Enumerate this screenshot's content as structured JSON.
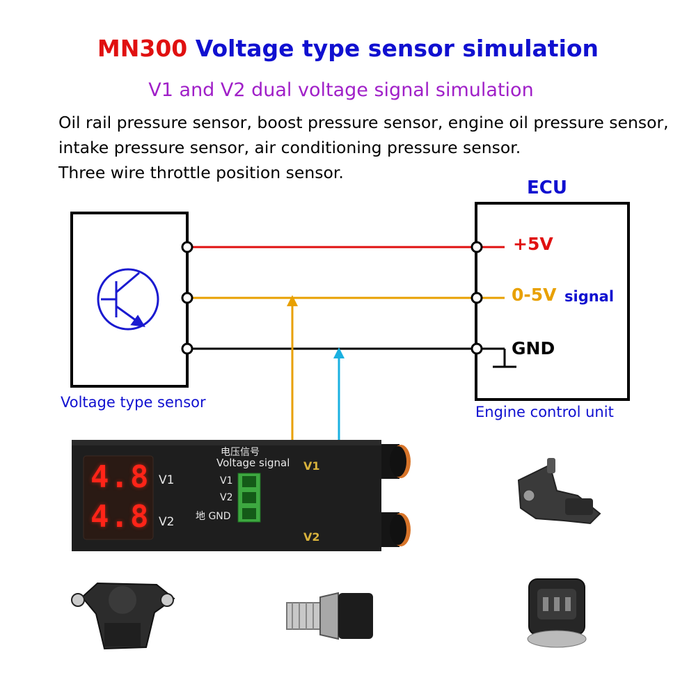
{
  "title": {
    "brand": "MN300",
    "rest": "Voltage type sensor simulation",
    "brand_color": "#e01010",
    "rest_color": "#1010d0"
  },
  "subtitle": {
    "text": "V1 and V2 dual voltage signal simulation",
    "color": "#a020c8"
  },
  "description": [
    "Oil rail pressure sensor, boost pressure sensor, engine oil pressure sensor,",
    "intake pressure sensor, air conditioning pressure sensor.",
    "Three wire throttle position sensor."
  ],
  "ecu": {
    "heading": "ECU",
    "pins": {
      "v5": "+5V",
      "signal_value": "0-5V",
      "signal_word": "signal",
      "gnd": "GND"
    },
    "caption": "Engine control unit"
  },
  "sensor": {
    "caption": "Voltage type sensor",
    "icon": "transistor-icon"
  },
  "wires": {
    "power_color": "#e01010",
    "signal_color": "#e8a000",
    "ground_color": "#000000",
    "v2_color": "#1ab0e0"
  },
  "device": {
    "display_v1": "4.8",
    "display_v2": "4.8",
    "label_v1": "V1",
    "label_v2": "V2",
    "terminal_title_cn": "电压信号",
    "terminal_title_en": "Voltage signal",
    "terminal_v1": "V1",
    "terminal_v2": "V2",
    "terminal_gnd": "地 GND",
    "knob_v1": "V1",
    "knob_v2": "V2"
  }
}
